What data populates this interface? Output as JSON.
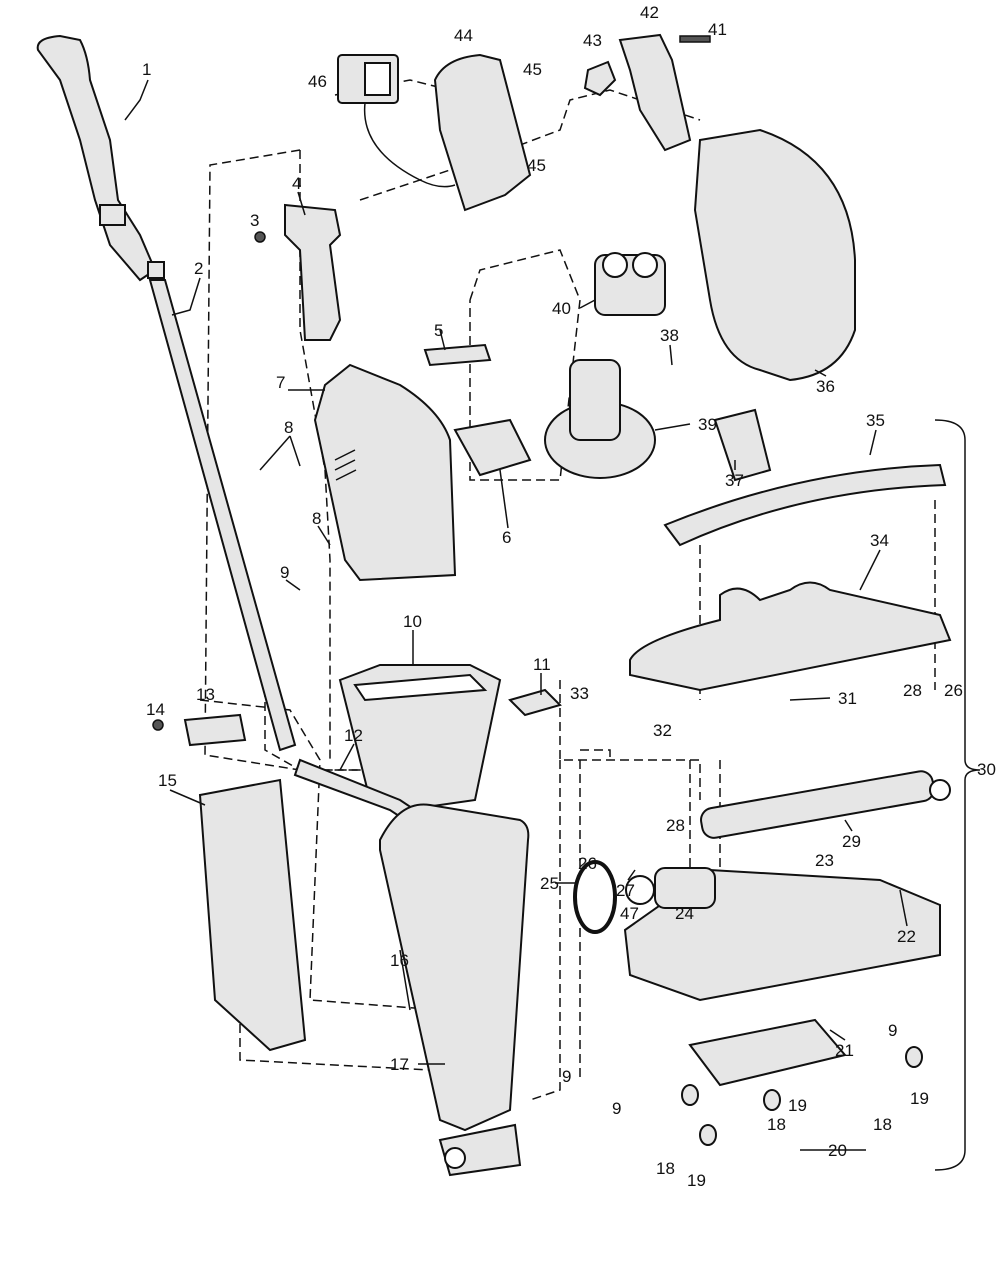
{
  "diagram": {
    "type": "exploded parts diagram",
    "part_labels": [
      "1",
      "2",
      "3",
      "4",
      "5",
      "6",
      "7",
      "8",
      "8",
      "9",
      "10",
      "11",
      "12",
      "13",
      "14",
      "15",
      "16",
      "17",
      "9",
      "18",
      "19",
      "18",
      "19",
      "20",
      "21",
      "9",
      "9",
      "18",
      "19",
      "22",
      "23",
      "24",
      "25",
      "26",
      "27",
      "28",
      "47",
      "29",
      "26",
      "28",
      "31",
      "32",
      "33",
      "34",
      "35",
      "30",
      "36",
      "37",
      "38",
      "39",
      "40",
      "41",
      "42",
      "43",
      "44",
      "45",
      "45",
      "46"
    ]
  }
}
